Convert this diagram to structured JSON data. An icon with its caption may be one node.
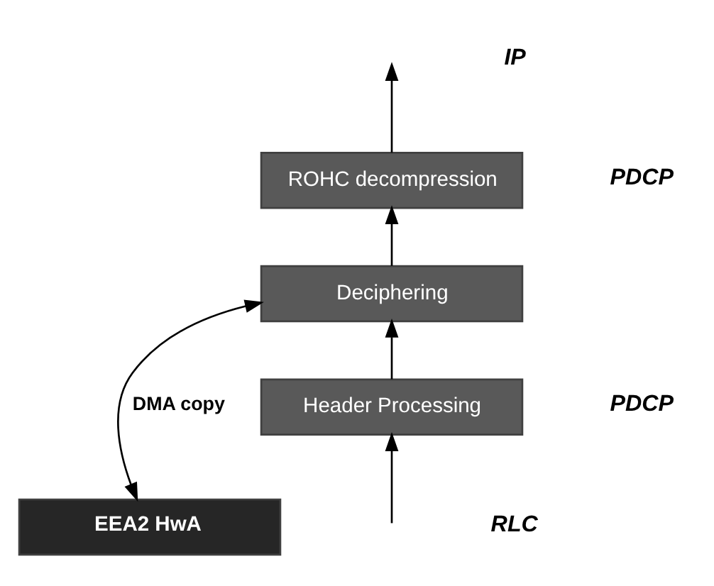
{
  "diagram": {
    "nodes": [
      {
        "text": [
          "ROHC decompression"
        ]
      },
      {
        "text": [
          "Deciphering"
        ]
      },
      {
        "text": [
          "EEA2 HwA"
        ]
      },
      {
        "text": [
          "Header Processing"
        ]
      }
    ],
    "edges": [
      {
        "from": null,
        "to": 3,
        "arrow": "to"
      },
      {
        "from": 3,
        "to": 1,
        "arrow": "to"
      },
      {
        "from": 1,
        "to": 0,
        "arrow": "to"
      },
      {
        "from": 0,
        "to": null,
        "arrow": "to"
      },
      {
        "from": 1,
        "to": 2,
        "arrow": "both",
        "label": "DMA copy"
      }
    ],
    "labels": [
      "IP",
      "PDCP",
      "PDCP",
      "RLC"
    ]
  }
}
